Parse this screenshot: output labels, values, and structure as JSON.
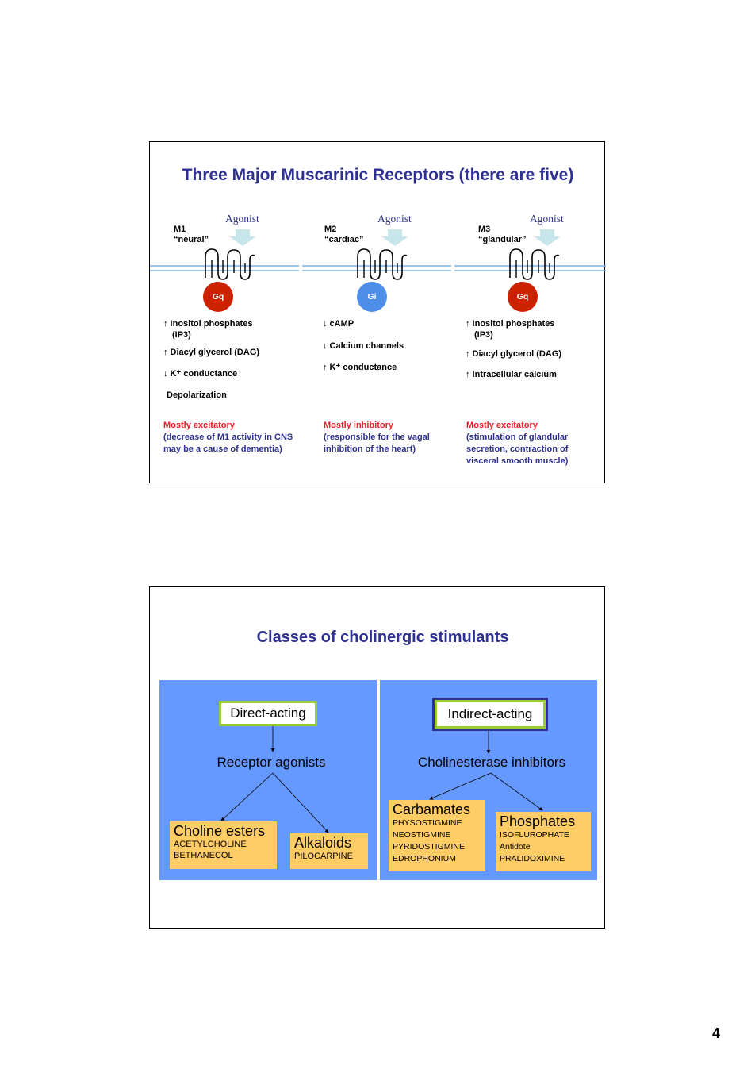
{
  "slide1": {
    "title": "Three Major Muscarinic Receptors (there are five)",
    "receptors": [
      {
        "agonist": "Agonist",
        "name": "M1",
        "nickname": "“neural”",
        "gprotein": "Gq",
        "gprotein_color": "#cc2200",
        "effects": [
          "↑ Inositol phosphates",
          "(IP3)",
          "↑ Diacyl glycerol (DAG)",
          "↓ K⁺ conductance",
          "Depolarization"
        ],
        "summary_red": "Mostly excitatory",
        "summary_blue": "(decrease of M1 activity in CNS may be a cause of dementia)"
      },
      {
        "agonist": "Agonist",
        "name": "M2",
        "nickname": "“cardiac”",
        "gprotein": "Gi",
        "gprotein_color": "#4d8fe8",
        "effects": [
          "↓ cAMP",
          "↓ Calcium channels",
          "↑ K⁺ conductance"
        ],
        "summary_red": "Mostly inhibitory",
        "summary_blue": "(responsible for the vagal inhibition of the heart)"
      },
      {
        "agonist": "Agonist",
        "name": "M3",
        "nickname": "“glandular”",
        "gprotein": "Gq",
        "gprotein_color": "#cc2200",
        "effects": [
          "↑ Inositol phosphates",
          "(IP3)",
          "↑ Diacyl glycerol (DAG)",
          "↑ Intracellular calcium"
        ],
        "summary_red": "Mostly excitatory",
        "summary_blue": "(stimulation of glandular secretion, contraction of visceral smooth muscle)"
      }
    ]
  },
  "slide2": {
    "title": "Classes of cholinergic stimulants",
    "direct": {
      "label": "Direct-acting",
      "sub": "Receptor agonists",
      "boxes": [
        {
          "title": "Choline esters",
          "items": [
            "ACETYLCHOLINE",
            "BETHANECOL"
          ]
        },
        {
          "title": "Alkaloids",
          "items": [
            "PILOCARPINE"
          ]
        }
      ]
    },
    "indirect": {
      "label": "Indirect-acting",
      "sub": "Cholinesterase inhibitors",
      "boxes": [
        {
          "title": "Carbamates",
          "items": [
            "PHYSOSTIGMINE",
            "NEOSTIGMINE",
            "PYRIDOSTIGMINE",
            "EDROPHONIUM"
          ]
        },
        {
          "title": "Phosphates",
          "items": [
            "ISOFLUROPHATE",
            "Antidote",
            "PRALIDOXIMINE"
          ]
        }
      ]
    }
  },
  "page_number": "4",
  "colors": {
    "title_blue": "#2e3192",
    "accent_red": "#ee1c25",
    "panel_blue": "#6699ff",
    "box_yellow": "#ffcc66",
    "membrane": "#7fb3e6",
    "arrow_fill": "#c6e6ea"
  }
}
